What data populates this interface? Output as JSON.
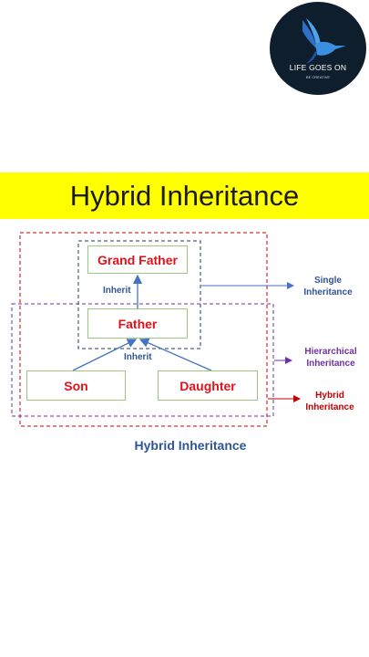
{
  "logo": {
    "title": "LIFE GOES ON",
    "subtitle": "BE CREATIVE"
  },
  "banner": {
    "title": "Hybrid Inheritance"
  },
  "nodes": {
    "grandfather": "Grand Father",
    "father": "Father",
    "son": "Son",
    "daughter": "Daughter"
  },
  "edges": {
    "father_to_grandfather": "Inherit",
    "children_to_father": "Inherit"
  },
  "legend": {
    "single": {
      "line1": "Single",
      "line2": "Inheritance",
      "color": "#2f5597"
    },
    "hierarchical": {
      "line1": "Hierarchical",
      "line2": "Inheritance",
      "color": "#7030a0"
    },
    "hybrid": {
      "line1": "Hybrid",
      "line2": "Inheritance",
      "color": "#c00000"
    }
  },
  "caption": "Hybrid Inheritance",
  "colors": {
    "node_border": "#9cc97f",
    "node_text": "#e0121b",
    "arrow": "#4472c4",
    "banner": "#ffff00"
  }
}
